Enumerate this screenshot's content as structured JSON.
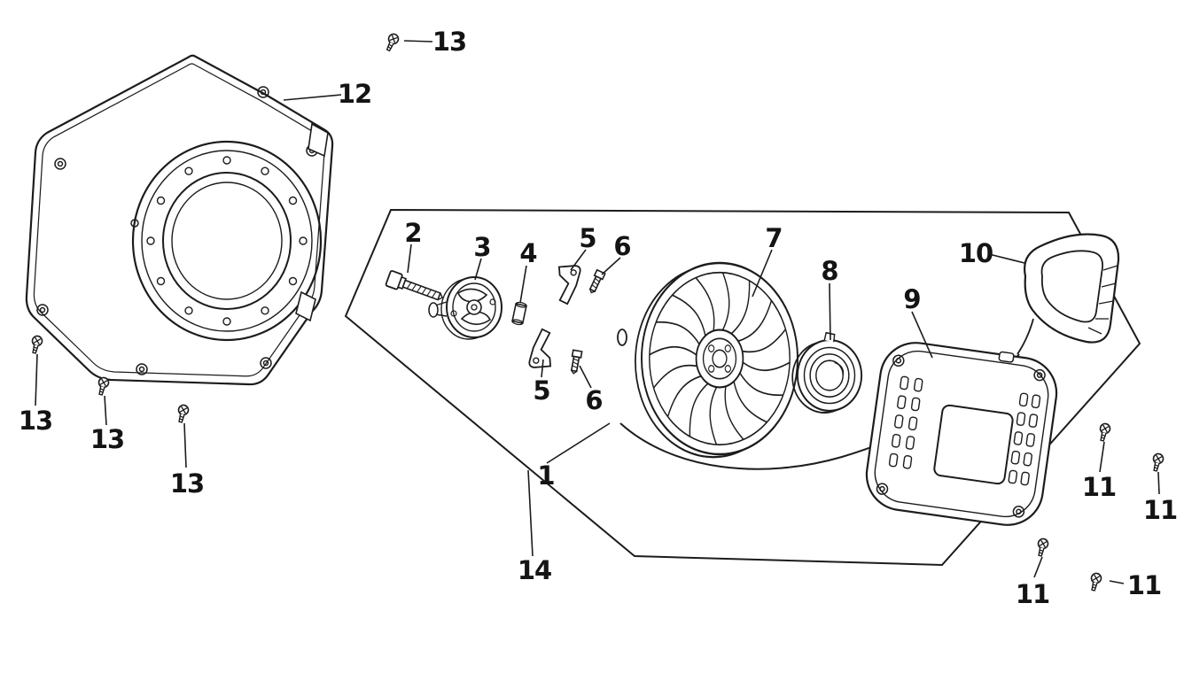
{
  "figure": {
    "background": "#ffffff",
    "line_color": "#1c1c1c",
    "callouts": [
      {
        "label": "13"
      },
      {
        "label": "12"
      },
      {
        "label": "2"
      },
      {
        "label": "3"
      },
      {
        "label": "4"
      },
      {
        "label": "5"
      },
      {
        "label": "6"
      },
      {
        "label": "7"
      },
      {
        "label": "8"
      },
      {
        "label": "9"
      },
      {
        "label": "10"
      },
      {
        "label": "5"
      },
      {
        "label": "6"
      },
      {
        "label": "1"
      },
      {
        "label": "13"
      },
      {
        "label": "13"
      },
      {
        "label": "13"
      },
      {
        "label": "14"
      },
      {
        "label": "11"
      },
      {
        "label": "11"
      },
      {
        "label": "11"
      },
      {
        "label": "11"
      }
    ]
  }
}
